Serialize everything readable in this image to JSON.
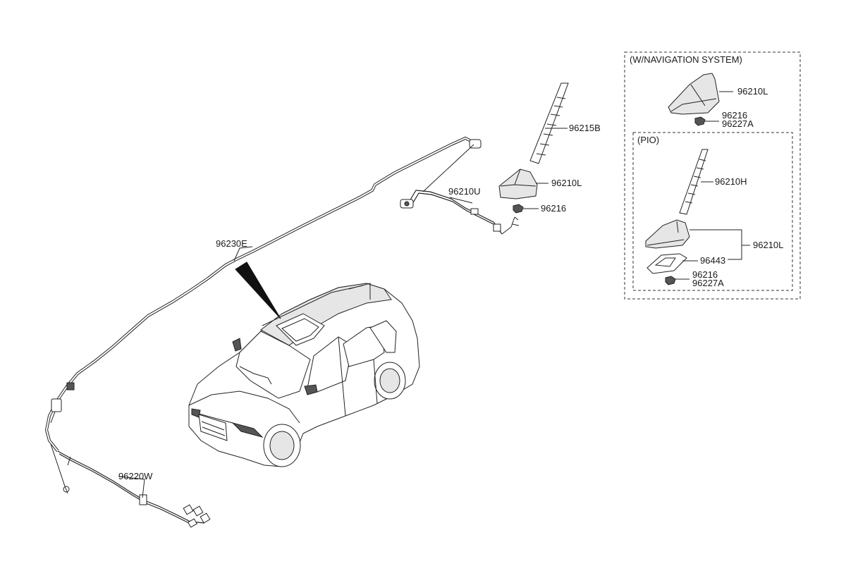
{
  "labels": {
    "p96230E": "96230E",
    "p96220W": "96220W",
    "p96210U": "96210U",
    "p96215B": "96215B",
    "p96210L_main": "96210L",
    "p96216_main": "96216"
  },
  "nav_box": {
    "title": "(W/NAVIGATION SYSTEM)",
    "p96210L": "96210L",
    "p96216": "96216",
    "p96227A": "96227A"
  },
  "pio_box": {
    "title": "(PIO)",
    "p96210H": "96210H",
    "p96210L": "96210L",
    "p96443": "96443",
    "p96216": "96216",
    "p96227A": "96227A"
  }
}
